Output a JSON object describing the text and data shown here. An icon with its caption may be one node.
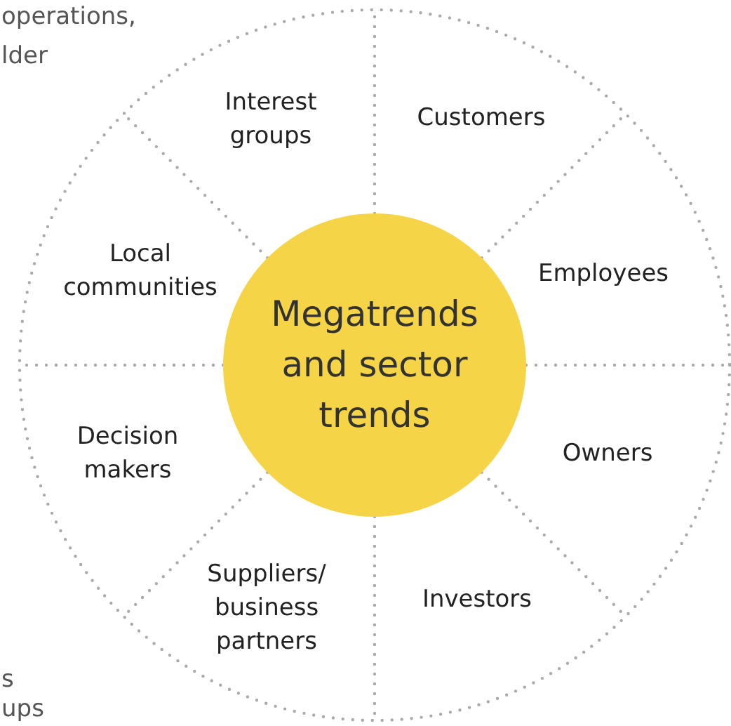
{
  "diagram": {
    "nodes": [
      {
        "text": [
          "Megatrends and sector trends"
        ]
      },
      {
        "text": [
          "Interest groups"
        ]
      },
      {
        "text": [
          "Customers"
        ]
      },
      {
        "text": [
          "Employees"
        ]
      },
      {
        "text": [
          "Owners"
        ]
      },
      {
        "text": [
          "Investors"
        ]
      },
      {
        "text": [
          "Suppliers/ business partners"
        ]
      },
      {
        "text": [
          "Decision makers"
        ]
      },
      {
        "text": [
          "Local communities"
        ]
      }
    ],
    "labels": [
      "operations,",
      "lder",
      "s",
      "ups"
    ]
  }
}
